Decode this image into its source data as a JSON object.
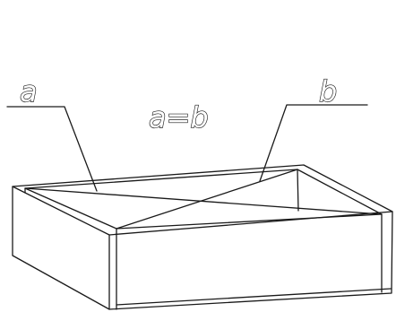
{
  "labels": {
    "left": "a",
    "center": "a=b",
    "right": "b"
  },
  "colors": {
    "stroke": "#1a1a1a",
    "background": "#ffffff"
  }
}
